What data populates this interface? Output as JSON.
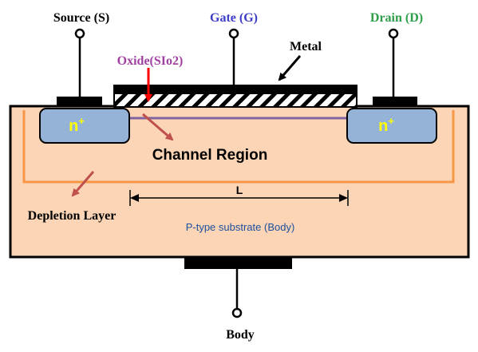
{
  "labels": {
    "source": "Source (S)",
    "gate": "Gate (G)",
    "drain": "Drain (D)",
    "metal": "Metal",
    "oxide": "Oxide(SIo2)",
    "n_plus_left": "n",
    "n_plus_right": "n",
    "n_plus_sup": "+",
    "channel": "Channel Region",
    "length": "L",
    "depletion": "Depletion Layer",
    "substrate": "P-type substrate (Body)",
    "body": "Body"
  },
  "colors": {
    "substrate_fill": "#fbd5b5",
    "n_region_fill": "#95b3d7",
    "depletion_outline": "#f79646",
    "channel_line": "#8064a2",
    "source_text": "#000000",
    "gate_text": "#3c3cc8",
    "drain_text": "#2e9e4a",
    "oxide_text": "#a040a0",
    "substrate_text": "#1f4e9e",
    "n_text": "#ffff00",
    "oxide_arrow": "#ff0000",
    "annotation_arrow": "#c0504d"
  }
}
